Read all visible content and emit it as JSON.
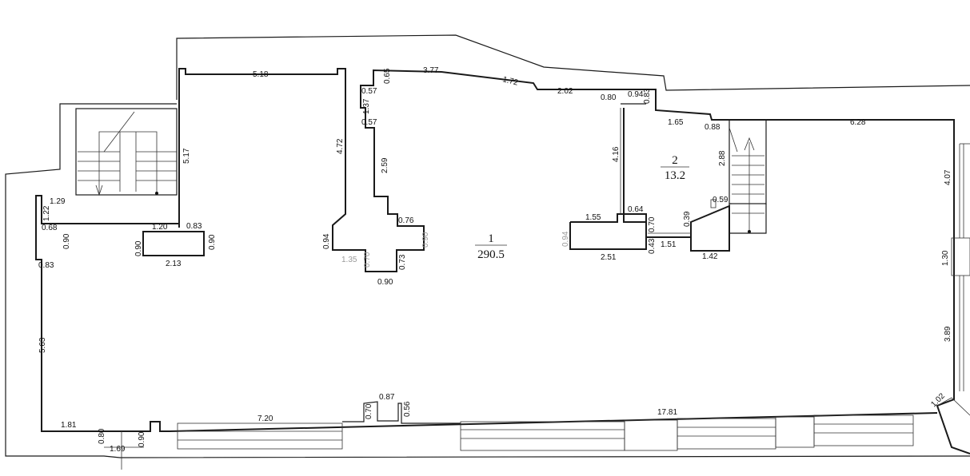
{
  "rooms": [
    {
      "number": "1",
      "area": "290.5"
    },
    {
      "number": "2",
      "area": "13.2"
    }
  ],
  "dimensions": {
    "d_5_18": "5.18",
    "d_3_77": "3.77",
    "d_1_72": "1.72",
    "d_2_02": "2.02",
    "d_0_80": "0.80",
    "d_0_94a": "0.94",
    "d_0_83a": "0.83",
    "d_0_65": "0.65",
    "d_0_57a": "0.57",
    "d_1_37": "1.37",
    "d_0_57b": "0.57",
    "d_1_65": "1.65",
    "d_0_88": "0.88",
    "d_6_28": "6.28",
    "d_5_17": "5.17",
    "d_4_72": "4.72",
    "d_2_59": "2.59",
    "d_4_16": "4.16",
    "d_2_88": "2.88",
    "d_4_07": "4.07",
    "d_1_29": "1.29",
    "d_1_22": "1.22",
    "d_0_68": "0.68",
    "d_0_90a": "0.90",
    "d_0_83b": "0.83",
    "d_1_20": "1.20",
    "d_0_83c": "0.83",
    "d_0_90b": "0.90",
    "d_0_90c": "0.90",
    "d_2_13": "2.13",
    "d_0_94b": "0.94",
    "d_0_76": "0.76",
    "d_0_90d": "0.90",
    "d_1_35": "1.35",
    "d_0_70a": "0.70",
    "d_0_73": "0.73",
    "d_0_90e": "0.90",
    "d_1_55": "1.55",
    "d_0_64": "0.64",
    "d_0_94c": "0.94",
    "d_0_70b": "0.70",
    "d_0_43": "0.43",
    "d_2_51": "2.51",
    "d_1_51": "1.51",
    "d_0_39": "0.39",
    "d_0_59": "0.59",
    "d_1_42": "1.42",
    "d_1_30": "1.30",
    "d_5_63": "5.63",
    "d_3_89": "3.89",
    "d_1_81": "1.81",
    "d_0_80b": "0.80",
    "d_1_69": "1.69",
    "d_0_90f": "0.90",
    "d_7_20": "7.20",
    "d_0_70c": "0.70",
    "d_0_87": "0.87",
    "d_0_56": "0.56",
    "d_17_81": "17.81",
    "d_1_02": "1.02"
  }
}
